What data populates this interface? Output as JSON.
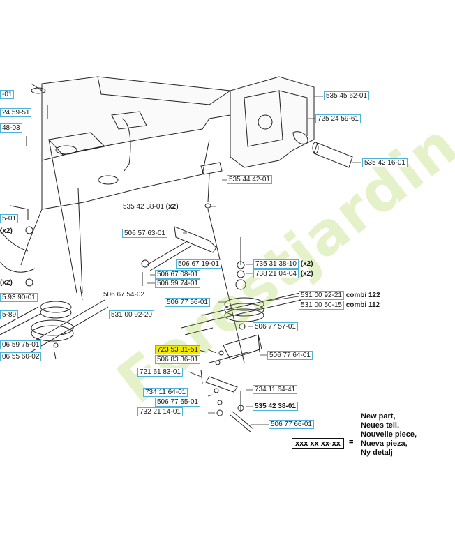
{
  "watermark": "Forestjardin.com",
  "labels": [
    {
      "id": "l01",
      "text": "535 45 62-01",
      "qty": "",
      "bold": false,
      "hl": false
    },
    {
      "id": "l02",
      "text": "725 24 59-61",
      "qty": "",
      "bold": false,
      "hl": false
    },
    {
      "id": "l03",
      "text": "535 42 16-01",
      "qty": "",
      "bold": false,
      "hl": false
    },
    {
      "id": "l04",
      "text": "535 44 42-01",
      "qty": "",
      "bold": false,
      "hl": false
    },
    {
      "id": "l05",
      "text": "535 42 38-01",
      "qty": "(x2)",
      "bold": false,
      "hl": false
    },
    {
      "id": "l06",
      "text": "506 57 63-01",
      "qty": "",
      "bold": false,
      "hl": false
    },
    {
      "id": "l07",
      "text": "506 67 19-01",
      "qty": "",
      "bold": false,
      "hl": false
    },
    {
      "id": "l08",
      "text": "735 31 38-10",
      "qty": "(x2)",
      "bold": false,
      "hl": false
    },
    {
      "id": "l09",
      "text": "738 21 04-04",
      "qty": "(x2)",
      "bold": false,
      "hl": false
    },
    {
      "id": "l10",
      "text": "506 67 08-01",
      "qty": "",
      "bold": false,
      "hl": false
    },
    {
      "id": "l11",
      "text": "506 59 74-01",
      "qty": "",
      "bold": false,
      "hl": false
    },
    {
      "id": "l12",
      "text": "506 67 54-02",
      "qty": "",
      "bold": false,
      "hl": false
    },
    {
      "id": "l13",
      "text": "506 77 56-01",
      "qty": "",
      "bold": false,
      "hl": false
    },
    {
      "id": "l14",
      "text": "531 00 92-21",
      "qty": "combi 122",
      "bold": false,
      "hl": false
    },
    {
      "id": "l15",
      "text": "531 00 50-15",
      "qty": "combi 112",
      "bold": false,
      "hl": false
    },
    {
      "id": "l16",
      "text": "531 00 92-20",
      "qty": "",
      "bold": false,
      "hl": false
    },
    {
      "id": "l17",
      "text": "506 77 57-01",
      "qty": "",
      "bold": false,
      "hl": false
    },
    {
      "id": "l18",
      "text": "723 53 31-51",
      "qty": "",
      "bold": false,
      "hl": true
    },
    {
      "id": "l19",
      "text": "506 83 36-01",
      "qty": "",
      "bold": false,
      "hl": false
    },
    {
      "id": "l20",
      "text": "506 77 64-01",
      "qty": "",
      "bold": false,
      "hl": false
    },
    {
      "id": "l21",
      "text": "721 61 83-01",
      "qty": "",
      "bold": false,
      "hl": false
    },
    {
      "id": "l22",
      "text": "734 11 64-41",
      "qty": "",
      "bold": false,
      "hl": false
    },
    {
      "id": "l23",
      "text": "734 11 64-01",
      "qty": "",
      "bold": false,
      "hl": false
    },
    {
      "id": "l24",
      "text": "535 42 38-01",
      "qty": "",
      "bold": true,
      "hl": false
    },
    {
      "id": "l25",
      "text": "506 77 65-01",
      "qty": "",
      "bold": false,
      "hl": false
    },
    {
      "id": "l26",
      "text": "732 21 14-01",
      "qty": "",
      "bold": false,
      "hl": false
    },
    {
      "id": "l27",
      "text": "506 77 66-01",
      "qty": "",
      "bold": false,
      "hl": false
    },
    {
      "id": "l28",
      "text": "-01",
      "qty": "",
      "bold": false,
      "hl": false
    },
    {
      "id": "l29",
      "text": "24 59-51",
      "qty": "",
      "bold": false,
      "hl": false
    },
    {
      "id": "l30",
      "text": "48-03",
      "qty": "",
      "bold": false,
      "hl": false
    },
    {
      "id": "l31",
      "text": "5-01",
      "qty": "",
      "bold": false,
      "hl": false
    },
    {
      "id": "l32",
      "text": "(x2)",
      "qty": "",
      "bold": true,
      "hl": false
    },
    {
      "id": "l33",
      "text": "(x2)",
      "qty": "",
      "bold": true,
      "hl": false
    },
    {
      "id": "l34",
      "text": "5 93 90-01",
      "qty": "",
      "bold": false,
      "hl": false
    },
    {
      "id": "l35",
      "text": "5-89",
      "qty": "",
      "bold": false,
      "hl": false
    },
    {
      "id": "l36",
      "text": "06 59 75-01",
      "qty": "",
      "bold": false,
      "hl": false
    },
    {
      "id": "l37",
      "text": "06 55 60-02",
      "qty": "",
      "bold": false,
      "hl": false
    }
  ],
  "legend": {
    "lines": [
      "New part,",
      "Neues teil,",
      "Nouvelle piece,",
      "Nueva pieza,",
      "Ny detalj"
    ],
    "sample": "xxx xx xx-xx",
    "equals": "="
  }
}
